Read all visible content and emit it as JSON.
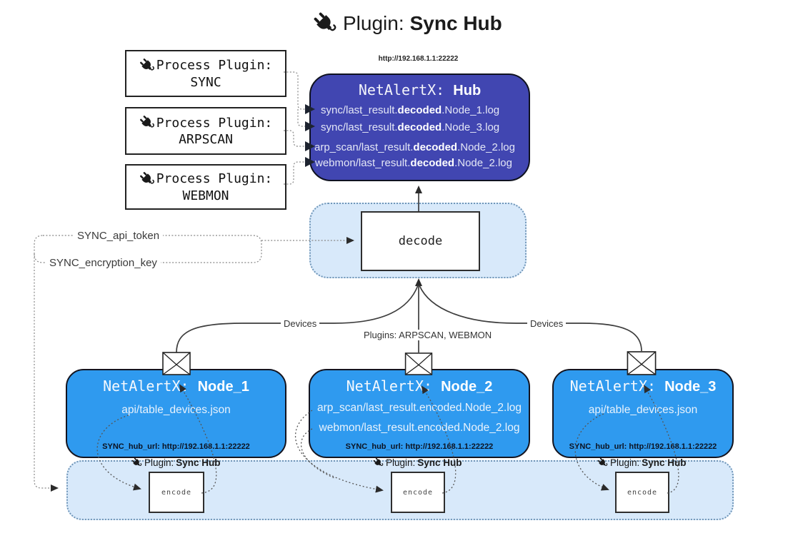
{
  "title": {
    "label": "Plugin:",
    "name": "Sync Hub"
  },
  "process_plugins": [
    {
      "label": "Process Plugin:",
      "name": "SYNC"
    },
    {
      "label": "Process Plugin:",
      "name": "ARPSCAN"
    },
    {
      "label": "Process Plugin:",
      "name": "WEBMON"
    }
  ],
  "hub": {
    "url": "http://192.168.1.1:22222",
    "title_label": "NetAlertX:",
    "title_name": "Hub",
    "logs": [
      {
        "pre": "sync/last_result.",
        "bold": "decoded",
        "post": ".Node_1.log"
      },
      {
        "pre": "sync/last_result.",
        "bold": "decoded",
        "post": ".Node_3.log"
      },
      {
        "pre": "arp_scan/last_result.",
        "bold": "decoded",
        "post": ".Node_2.log"
      },
      {
        "pre": "webmon/last_result.",
        "bold": "decoded",
        "post": ".Node_2.log"
      }
    ]
  },
  "decode": {
    "label": "decode"
  },
  "config": {
    "api_token": "SYNC_api_token",
    "encryption_key": "SYNC_encryption_key"
  },
  "edges": {
    "devices_left": "Devices",
    "devices_right": "Devices",
    "plugins_mid": "Plugins: ARPSCAN, WEBMON"
  },
  "nodes": [
    {
      "title_label": "NetAlertX:",
      "title_name": "Node_1",
      "lines": [
        "api/table_devices.json"
      ],
      "hub_url": "SYNC_hub_url: http://192.168.1.1:22222"
    },
    {
      "title_label": "NetAlertX:",
      "title_name": "Node_2",
      "lines": [
        "arp_scan/last_result.encoded.Node_2.log",
        "webmon/last_result.encoded.Node_2.log"
      ],
      "hub_url": "SYNC_hub_url: http://192.168.1.1:22222"
    },
    {
      "title_label": "NetAlertX:",
      "title_name": "Node_3",
      "lines": [
        "api/table_devices.json"
      ],
      "hub_url": "SYNC_hub_url: http://192.168.1.1:22222"
    }
  ],
  "encoders": [
    {
      "plugin_label": "Plugin:",
      "plugin_name": "Sync Hub",
      "box_label": "encode"
    },
    {
      "plugin_label": "Plugin:",
      "plugin_name": "Sync Hub",
      "box_label": "encode"
    },
    {
      "plugin_label": "Plugin:",
      "plugin_name": "Sync Hub",
      "box_label": "encode"
    }
  ],
  "colors": {
    "hub_fill": "#4146b1",
    "node_fill": "#2f9aef",
    "panel_fill": "#d8e9fa",
    "connector": "#3d3d3d"
  }
}
